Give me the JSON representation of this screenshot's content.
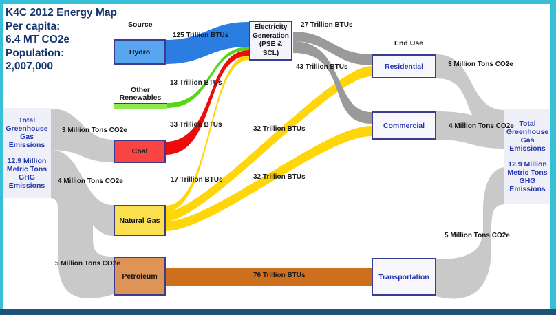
{
  "title": {
    "line1": "K4C 2012 Energy Map",
    "line2": "Per capita:",
    "line3": "6.4 MT CO2e",
    "line4": "Population:",
    "line5": "2,007,000"
  },
  "column_headers": {
    "source": "Source",
    "end_use": "End Use"
  },
  "nodes": {
    "hydro": {
      "label": "Hydro"
    },
    "other_renewables": {
      "label_line1": "Other",
      "label_line2": "Renewables"
    },
    "coal": {
      "label": "Coal"
    },
    "natural_gas": {
      "label": "Natural Gas"
    },
    "petroleum": {
      "label": "Petroleum"
    },
    "electricity_generation": {
      "label_line1": "Electricity",
      "label_line2": "Generation",
      "label_line3": "(PSE & SCL)"
    },
    "residential": {
      "label": "Residential"
    },
    "commercial": {
      "label": "Commercial"
    },
    "transportation": {
      "label": "Transportation"
    },
    "total_left": {
      "lines": [
        "Total",
        "Greenhouse Gas",
        "Emissions",
        "12.9 Million",
        "Metric Tons",
        "GHG",
        "Emissions"
      ]
    },
    "total_right": {
      "lines": [
        "Total",
        "Greenhouse",
        "Gas Emissions",
        "12.9 Million",
        "Metric Tons",
        "GHG",
        "Emissions"
      ]
    }
  },
  "flows": {
    "hydro_to_generation": {
      "label": "125 Trillion BTUs",
      "value": 125,
      "unit": "Trillion BTUs",
      "color": "#2b7de1"
    },
    "renewables_to_generation": {
      "label": "13 Trillion BTUs",
      "value": 13,
      "unit": "Trillion BTUs",
      "color": "#55d718"
    },
    "coal_to_generation": {
      "label": "33 Trillion BTUs",
      "value": 33,
      "unit": "Trillion BTUs",
      "color": "#ec0c0c"
    },
    "gas_to_generation": {
      "label": "17 Trillion BTUs",
      "value": 17,
      "unit": "Trillion BTUs",
      "color": "#ffd60a"
    },
    "generation_to_residential": {
      "label": "27 Trillion BTUs",
      "value": 27,
      "unit": "Trillion BTUs",
      "color": "#919191"
    },
    "generation_to_commercial": {
      "label": "43 Trillion BTUs",
      "value": 43,
      "unit": "Trillion BTUs",
      "color": "#919191"
    },
    "gas_to_residential": {
      "label": "32 Trillion BTUs",
      "value": 32,
      "unit": "Trillion BTUs",
      "color": "#ffd60a"
    },
    "gas_to_commercial": {
      "label": "32 Trillion BTUs",
      "value": 32,
      "unit": "Trillion BTUs",
      "color": "#ffd60a"
    },
    "petroleum_to_transportation": {
      "label": "76 Trillion BTUs",
      "value": 76,
      "unit": "Trillion BTUs",
      "color": "#ce6f1e"
    },
    "emissions_to_coal": {
      "label": "3 Million Tons CO2e",
      "value": 3,
      "unit": "Million Tons CO2e",
      "color": "#c9c9c9"
    },
    "emissions_to_gas": {
      "label": "4 Million Tons CO2e",
      "value": 4,
      "unit": "Million Tons CO2e",
      "color": "#c9c9c9"
    },
    "emissions_to_petroleum": {
      "label": "5 Million Tons CO2e",
      "value": 5,
      "unit": "Million Tons CO2e",
      "color": "#c9c9c9"
    },
    "residential_emissions": {
      "label": "3 Million Tons CO2e",
      "value": 3,
      "unit": "Million Tons CO2e",
      "color": "#c9c9c9"
    },
    "commercial_emissions": {
      "label": "4 Million Tons CO2e",
      "value": 4,
      "unit": "Million Tons CO2e",
      "color": "#c9c9c9"
    },
    "transportation_emissions": {
      "label": "5 Million Tons CO2e",
      "value": 5,
      "unit": "Million Tons CO2e",
      "color": "#c9c9c9"
    }
  },
  "colors": {
    "frame_accent": "#38bfd8",
    "frame_bottom": "#1d5377",
    "title_text": "#17356d",
    "node_border": "#3b3b8f",
    "flow_gray": "#c9c9c9",
    "flow_blue": "#2b7de1",
    "flow_green": "#55d718",
    "flow_red": "#ec0c0c",
    "flow_yellow": "#ffd60a",
    "flow_orange": "#ce6f1e",
    "hydro_fill": "#58a6f0",
    "renewables_fill": "#8cea4e",
    "coal_fill": "#f94444",
    "gas_fill": "#fae04e",
    "petroleum_fill": "#de9357",
    "enduse_text": "#2336ae"
  }
}
